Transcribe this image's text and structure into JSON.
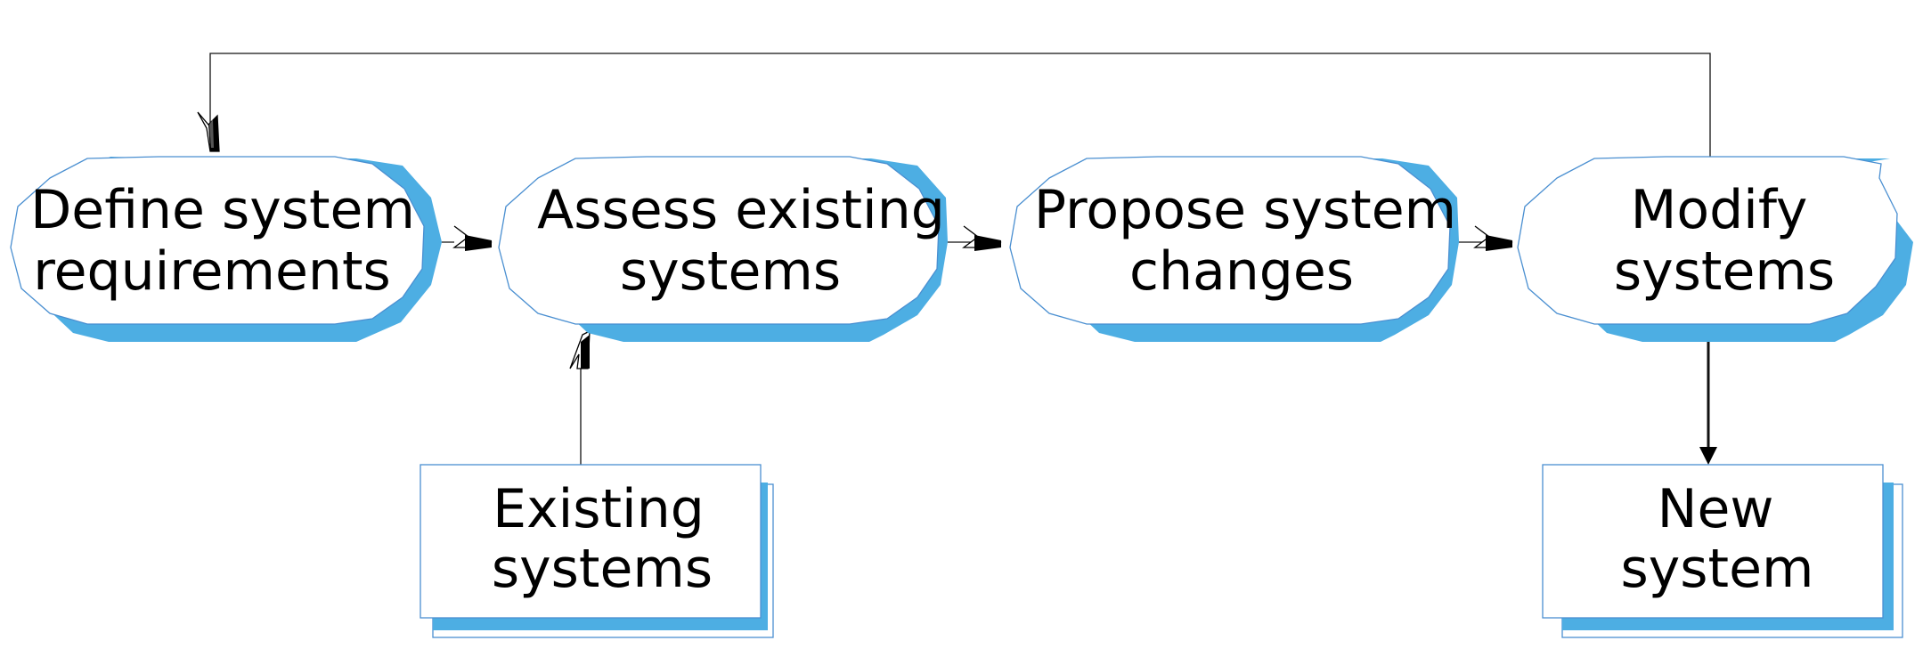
{
  "diagram": {
    "processes": [
      {
        "line1": "Define system",
        "line2": "requirements"
      },
      {
        "line1": "Assess existing",
        "line2": "systems"
      },
      {
        "line1": "Propose system",
        "line2": "changes"
      },
      {
        "line1": "Modify",
        "line2": "systems"
      }
    ],
    "documents": [
      {
        "line1": "Existing",
        "line2": "systems"
      },
      {
        "line1": "New",
        "line2": "system"
      }
    ],
    "colors": {
      "shadow": "#4daee3",
      "outline": "#4a8fd1",
      "connector": "#111111"
    }
  }
}
